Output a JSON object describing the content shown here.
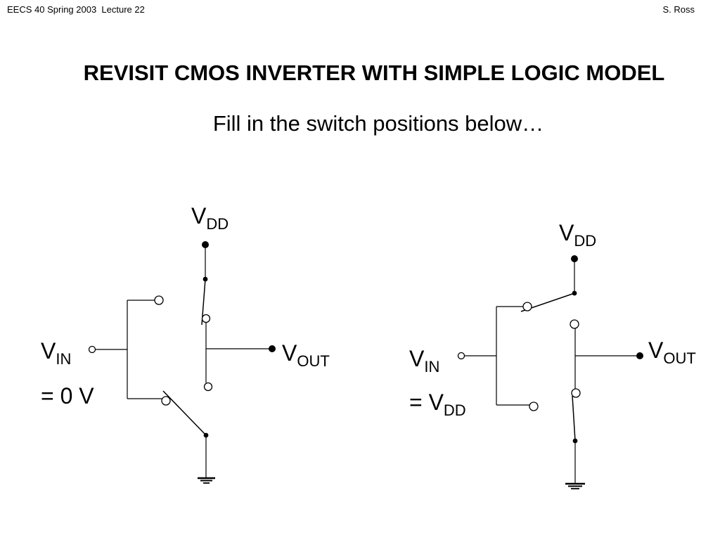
{
  "header": {
    "course": "EECS 40 Spring 2003  Lecture 22",
    "author": "S. Ross"
  },
  "title": "REVISIT CMOS INVERTER WITH SIMPLE LOGIC MODEL",
  "subtitle": "Fill in the switch positions below…",
  "circuits": [
    {
      "supply": {
        "main": "V",
        "sub": "DD"
      },
      "input": {
        "main": "V",
        "sub": "IN"
      },
      "input_value": {
        "prefix": "= 0 V",
        "sub": ""
      },
      "output": {
        "main": "V",
        "sub": "OUT"
      },
      "pull_up_switch": "closed",
      "pull_down_switch": "open"
    },
    {
      "supply": {
        "main": "V",
        "sub": "DD"
      },
      "input": {
        "main": "V",
        "sub": "IN"
      },
      "input_value": {
        "prefix": "= V",
        "sub": "DD"
      },
      "output": {
        "main": "V",
        "sub": "OUT"
      },
      "pull_up_switch": "open",
      "pull_down_switch": "closed"
    }
  ]
}
